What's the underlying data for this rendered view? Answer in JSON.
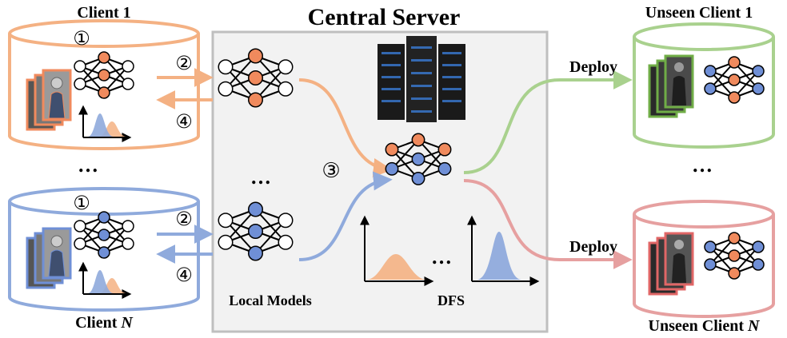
{
  "title": "Central Server",
  "clients": [
    {
      "label": "Client 1",
      "step_local": "①",
      "step_upload": "②",
      "step_download": "④"
    },
    {
      "label": "Client ",
      "label_italic": "N",
      "step_local": "①",
      "step_upload": "②",
      "step_download": "④"
    }
  ],
  "unseen_clients": [
    {
      "label": "Unseen Client 1",
      "deploy_label": "Deploy"
    },
    {
      "label": "Unseen Client ",
      "label_italic": "N",
      "deploy_label": "Deploy"
    }
  ],
  "ellipsis": "…",
  "step_aggregate": "③",
  "local_models_label": "Local Models",
  "dfs_label": "DFS",
  "colors": {
    "orange": "#f4b183",
    "orange_node": "#f08a5d",
    "blue": "#8faadc",
    "blue_node": "#6f8fd6",
    "green": "#a9d18e",
    "red": "#e6a0a0",
    "server_bg": "#f2f2f2",
    "server_border": "#bfbfbf"
  },
  "icons": {
    "server": "server-rack-icon",
    "network": "neural-network-icon",
    "person_stack": "person-image-stack-icon",
    "distribution": "distribution-curve-icon"
  }
}
